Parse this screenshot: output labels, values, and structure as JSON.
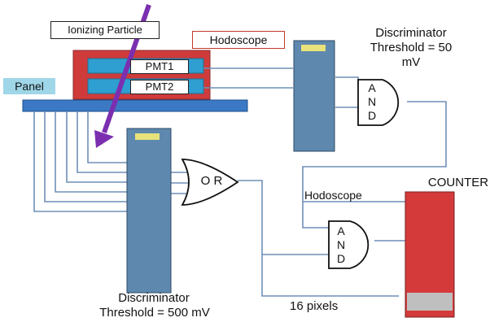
{
  "labels": {
    "particle": "Ionizing Particle",
    "hodoscope_top": "Hodoscope",
    "pmt1": "PMT1",
    "pmt2": "PMT2",
    "panel": "Panel",
    "disc1_line1": "Discriminator",
    "disc1_line2": "Threshold = 50",
    "disc1_line3": "mV",
    "and_gate": "A\nN\nD",
    "or_gate": "O R",
    "counter": "COUNTER",
    "hodoscope_mid": "Hodoscope",
    "disc2_line1": "Discriminator",
    "disc2_line2": "Threshold = 500 mV",
    "pixels": "16 pixels"
  },
  "colors": {
    "wire": "#6f8fb8",
    "arrow": "#7b2fb0",
    "hodoscope_box": "#c0392b",
    "pmt_fill": "#2e9fd0",
    "panel_fill": "#3b79c4",
    "panel_label_bg": "#9fd6e8",
    "module_fill": "#5e88ad",
    "counter_fill": "#d43a3a"
  }
}
